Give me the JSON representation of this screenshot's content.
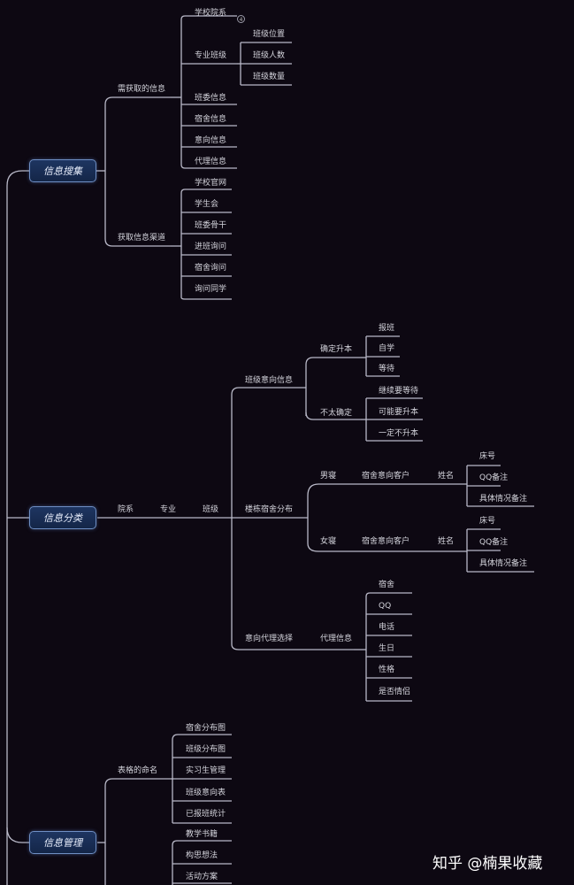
{
  "colors": {
    "background": "#0d0812",
    "line": "#b9b9c8",
    "node_fill": "#1e3561",
    "node_border": "#6f8fc4"
  },
  "watermark": "知乎 @楠果收藏",
  "badge": "4",
  "roots": {
    "collect": "信息搜集",
    "classify": "信息分类",
    "manage": "信息管理"
  },
  "collect": {
    "obtained": "需获取的信息",
    "school_dept": "学校院系",
    "major_class": "专业班级",
    "class_location": "班级位置",
    "class_headcount": "班级人数",
    "class_count": "班级数量",
    "class_cadre": "班委信息",
    "dorm_info": "宿舍信息",
    "intent_info": "意向信息",
    "agent_info": "代理信息",
    "channels": "获取信息渠道",
    "school_site": "学校官网",
    "student_union": "学生会",
    "class_backbone": "班委骨干",
    "visit_inquiry": "进班询问",
    "dorm_inquiry": "宿舍询问",
    "ask_classmates": "询问同学"
  },
  "classify": {
    "dept": "院系",
    "major": "专业",
    "class": "班级",
    "intent_info": "班级意向信息",
    "sure_upgrade": "确定升本",
    "enroll": "报班",
    "self_study": "自学",
    "wait": "等待",
    "unsure": "不太确定",
    "keep_waiting": "继续要等待",
    "maybe_upgrade": "可能要升本",
    "not_upgrade": "一定不升本",
    "dorm_dist": "楼栋宿舍分布",
    "male_bldg": "男寝",
    "female_bldg": "女寝",
    "dorm_client": "宿舍意向客户",
    "name": "姓名",
    "bed_no": "床号",
    "qq_note": "QQ备注",
    "detail_note": "具体情况备注",
    "agent_select": "意向代理选择",
    "agent_info": "代理信息",
    "dorm_member": "宿舍",
    "qq": "QQ",
    "phone": "电话",
    "birthday": "生日",
    "personality": "性格",
    "relationship": "是否情侣"
  },
  "manage": {
    "table_naming": "表格的命名",
    "dorm_map": "宿舍分布图",
    "class_map": "班级分布图",
    "intern_mgmt": "实习生管理",
    "class_intent": "班级意向表",
    "enrolled_stats": "已报班统计",
    "textbooks": "教学书籍",
    "plan_ideas": "构思想法",
    "event_plan": "活动方案"
  }
}
